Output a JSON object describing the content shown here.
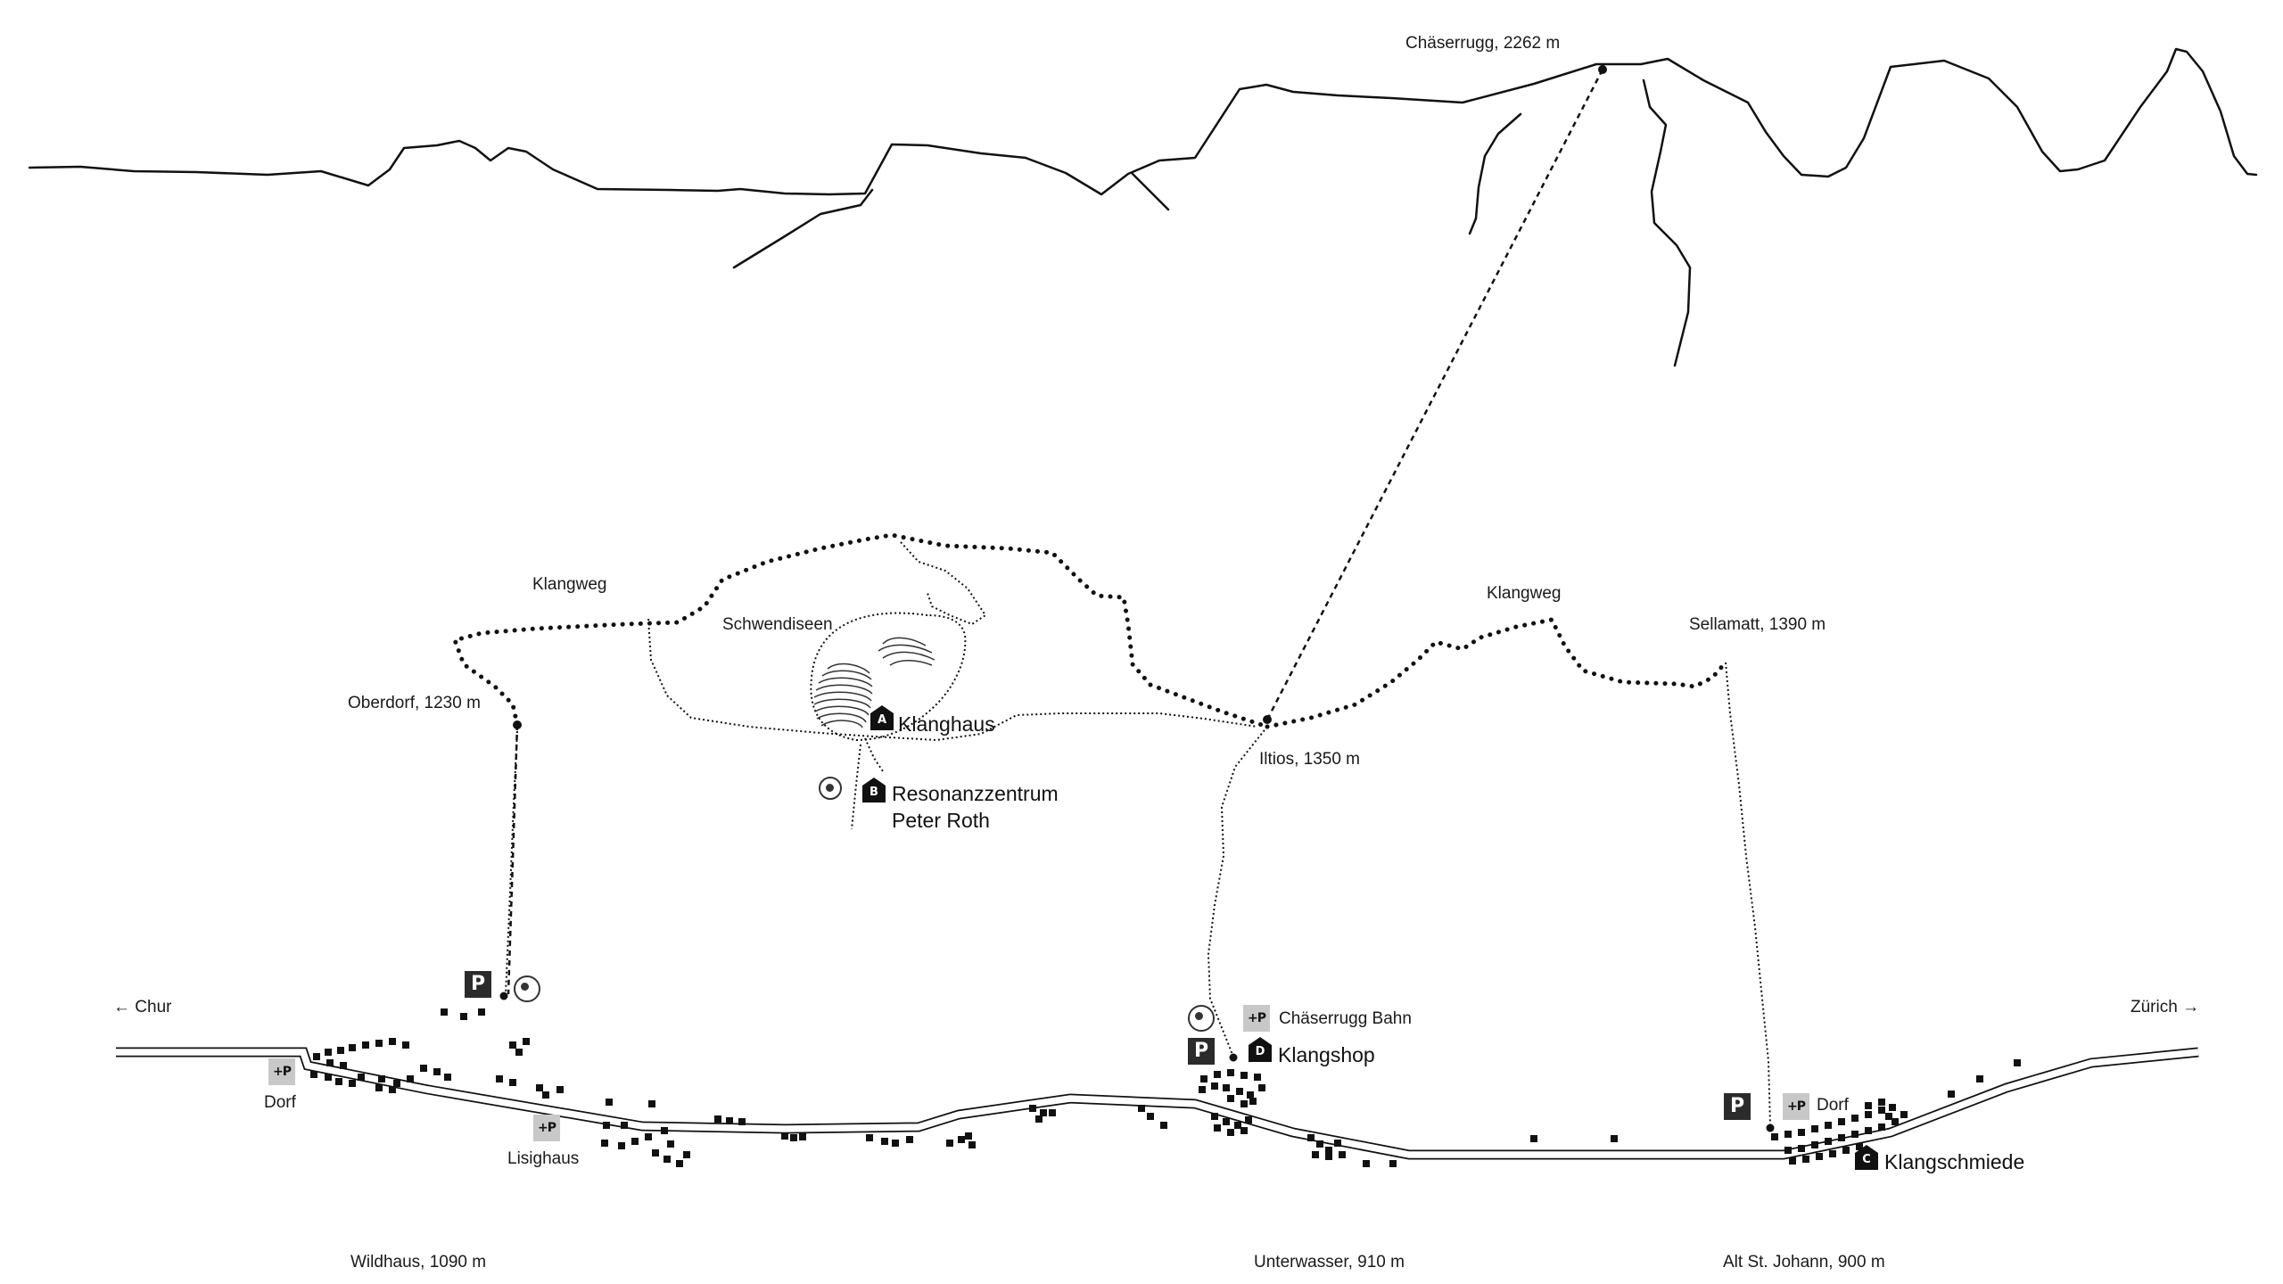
{
  "summit": {
    "label": "Chäserrugg, 2262 m"
  },
  "paths": {
    "klangweg_west": "Klangweg",
    "klangweg_east": "Klangweg",
    "schwendiseen": "Schwendiseen"
  },
  "stations": {
    "oberdorf": "Oberdorf, 1230 m",
    "iltios": "Iltios, 1350 m",
    "sellamatt": "Sellamatt, 1390 m"
  },
  "venues": {
    "a": {
      "letter": "A",
      "label": "Klanghaus"
    },
    "b": {
      "letter": "B",
      "line1": "Resonanzzentrum",
      "line2": "Peter Roth"
    },
    "c": {
      "letter": "C",
      "label": "Klangschmiede"
    },
    "d": {
      "letter": "D",
      "label": "Klangshop"
    }
  },
  "directions": {
    "west": "← Chur",
    "east": "Zürich →"
  },
  "stops": {
    "dorf_west": "Dorf",
    "lisighaus": "Lisighaus",
    "chaeserrugg_bahn": "Chäserrugg Bahn",
    "dorf_east": "Dorf"
  },
  "icons": {
    "parking": "P",
    "bus": "+P",
    "viewpoint": "viewpoint-icon"
  },
  "villages": {
    "wildhaus": "Wildhaus, 1090 m",
    "unterwasser": "Unterwasser, 910 m",
    "alt_st_johann": "Alt St. Johann, 900 m"
  }
}
